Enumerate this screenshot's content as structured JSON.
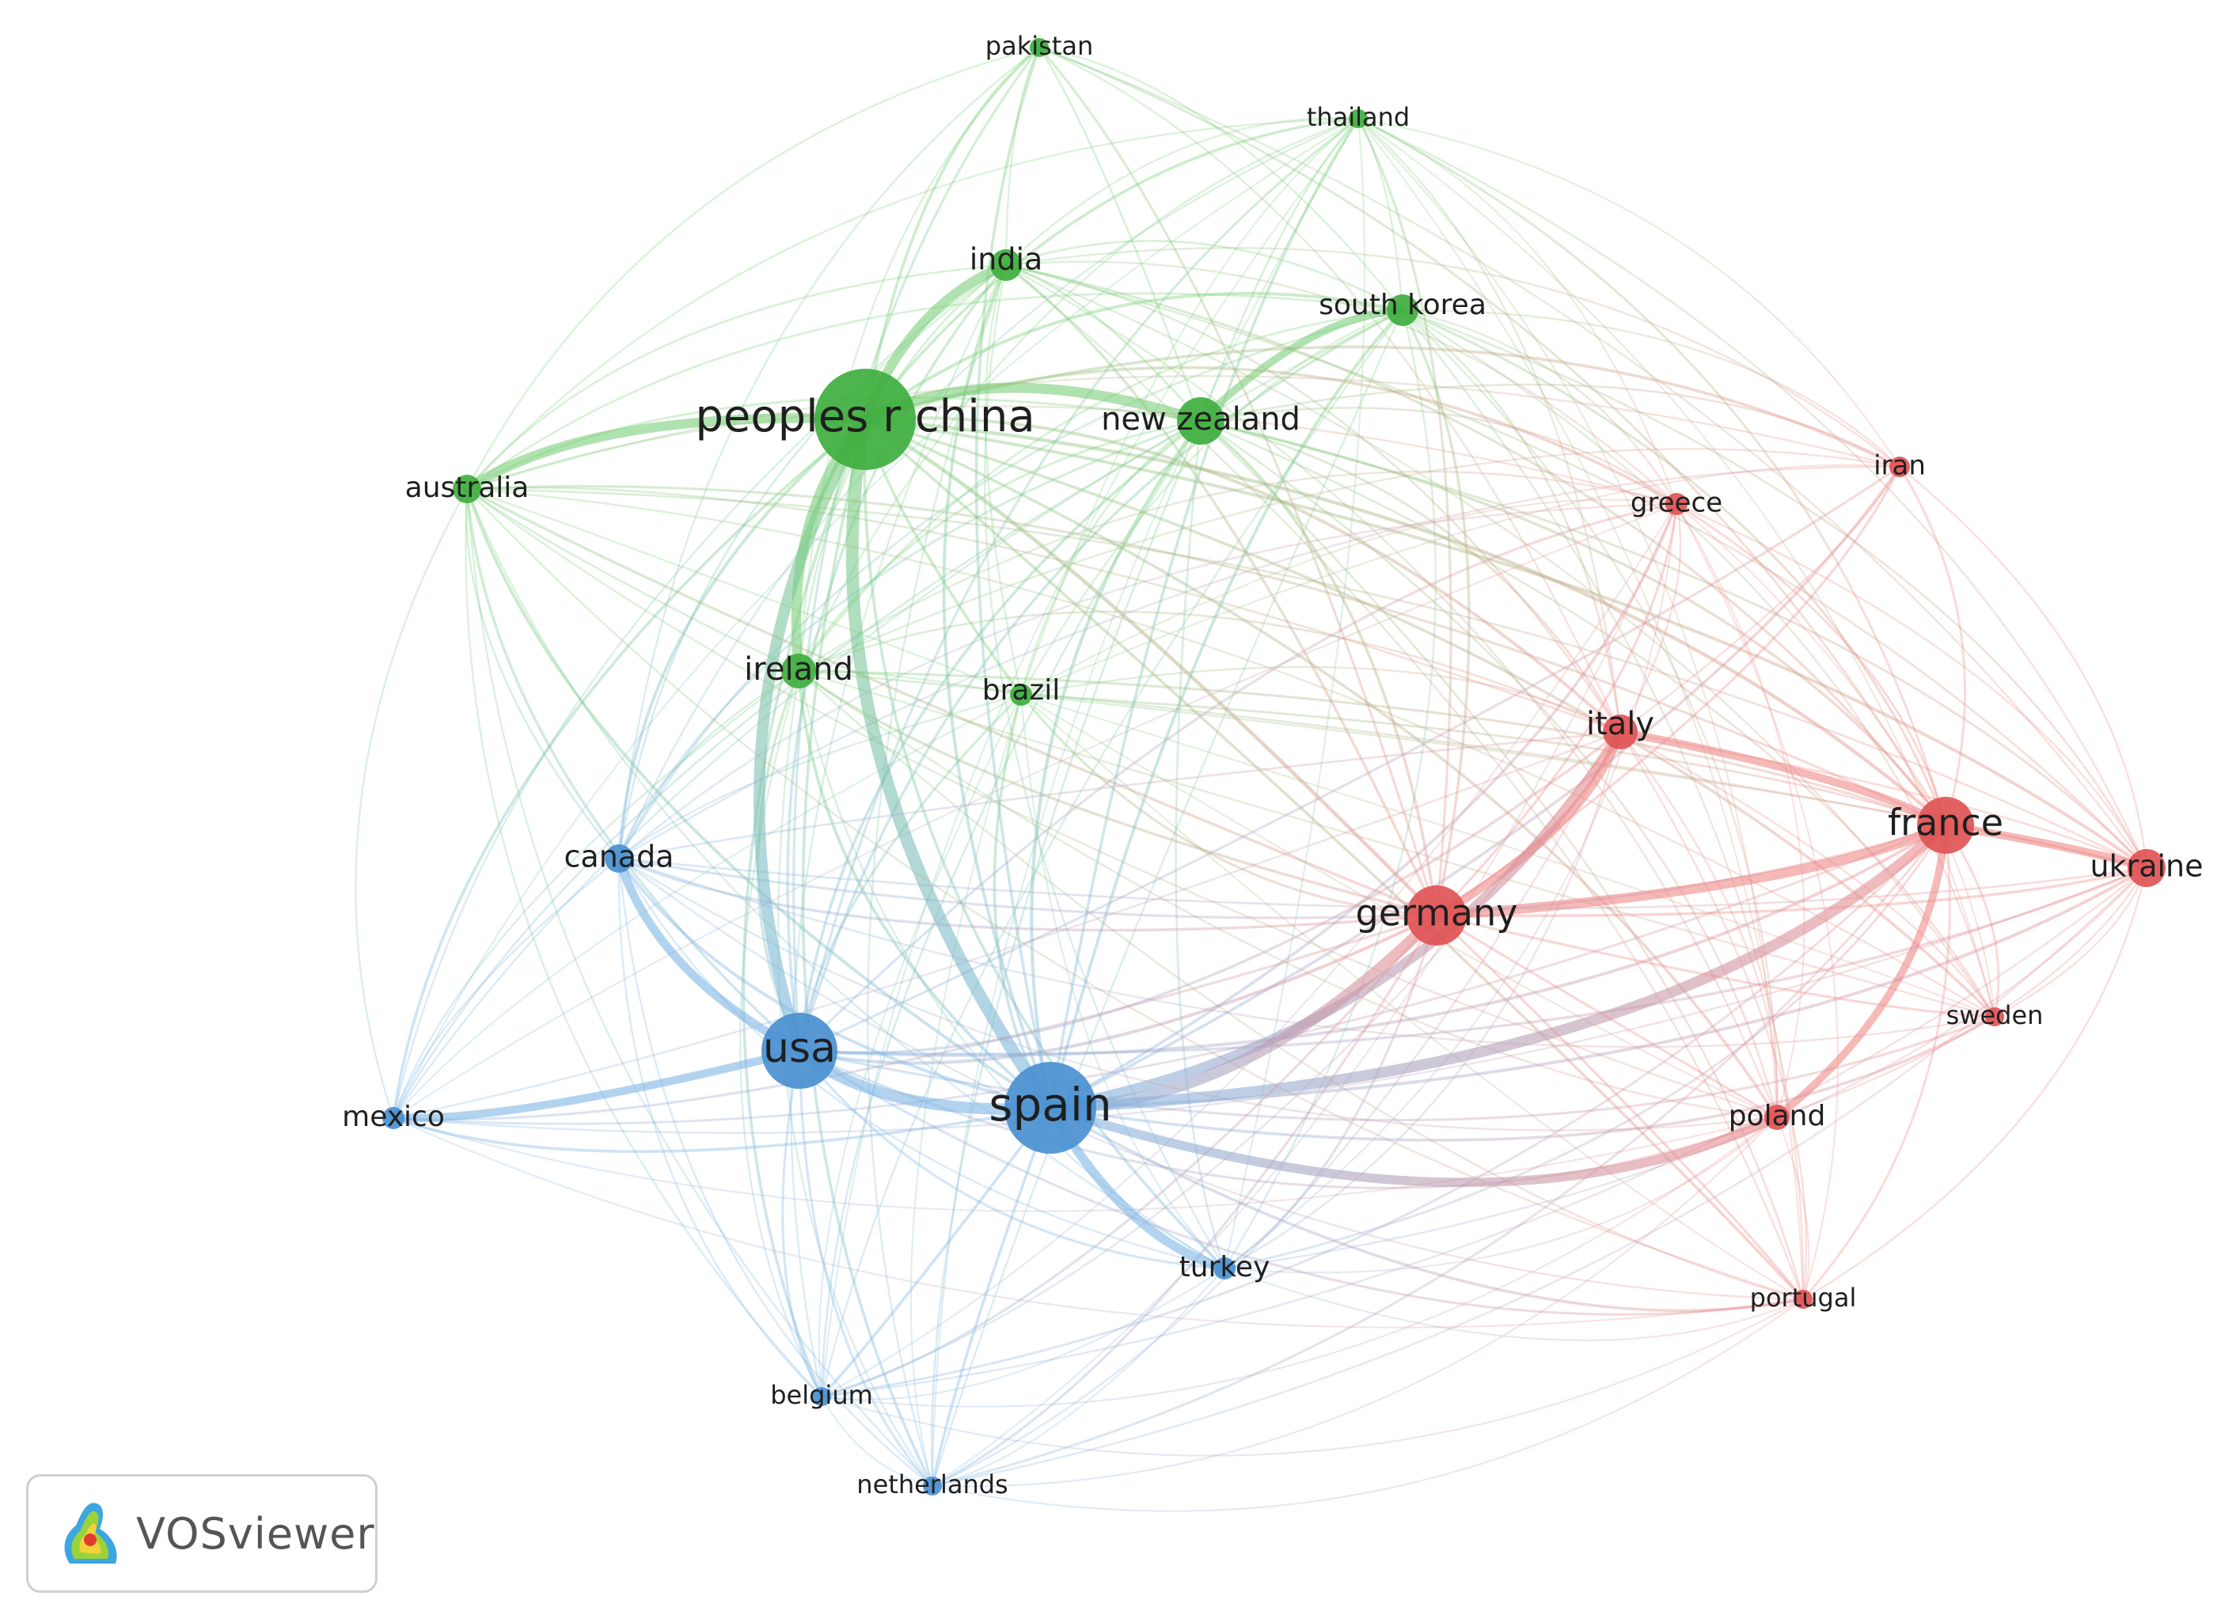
{
  "diagram": {
    "type": "co-authorship network",
    "clusters": {
      "green": {
        "color": "#3fae3f",
        "link_color": "#7ccf7a"
      },
      "blue": {
        "color": "#4a90d0",
        "link_color": "#7fb5e4"
      },
      "red": {
        "color": "#e05455",
        "link_color": "#ee8a89"
      }
    },
    "nodes": [
      {
        "id": "pakistan",
        "label": "pakistan",
        "cluster": "green",
        "weight": 1
      },
      {
        "id": "thailand",
        "label": "thailand",
        "cluster": "green",
        "weight": 1
      },
      {
        "id": "india",
        "label": "india",
        "cluster": "green",
        "weight": 2
      },
      {
        "id": "south_korea",
        "label": "south korea",
        "cluster": "green",
        "weight": 2
      },
      {
        "id": "china",
        "label": "peoples r china",
        "cluster": "green",
        "weight": 7
      },
      {
        "id": "new_zealand",
        "label": "new zealand",
        "cluster": "green",
        "weight": 3
      },
      {
        "id": "australia",
        "label": "australia",
        "cluster": "green",
        "weight": 2
      },
      {
        "id": "ireland",
        "label": "ireland",
        "cluster": "green",
        "weight": 2
      },
      {
        "id": "brazil",
        "label": "brazil",
        "cluster": "green",
        "weight": 1
      },
      {
        "id": "iran",
        "label": "iran",
        "cluster": "red",
        "weight": 1
      },
      {
        "id": "greece",
        "label": "greece",
        "cluster": "red",
        "weight": 1
      },
      {
        "id": "italy",
        "label": "italy",
        "cluster": "red",
        "weight": 2
      },
      {
        "id": "france",
        "label": "france",
        "cluster": "red",
        "weight": 4
      },
      {
        "id": "ukraine",
        "label": "ukraine",
        "cluster": "red",
        "weight": 2
      },
      {
        "id": "germany",
        "label": "germany",
        "cluster": "red",
        "weight": 5
      },
      {
        "id": "sweden",
        "label": "sweden",
        "cluster": "red",
        "weight": 1
      },
      {
        "id": "poland",
        "label": "poland",
        "cluster": "red",
        "weight": 1
      },
      {
        "id": "portugal",
        "label": "portugal",
        "cluster": "red",
        "weight": 1
      },
      {
        "id": "canada",
        "label": "canada",
        "cluster": "blue",
        "weight": 2
      },
      {
        "id": "usa",
        "label": "usa",
        "cluster": "blue",
        "weight": 5
      },
      {
        "id": "spain",
        "label": "spain",
        "cluster": "blue",
        "weight": 7
      },
      {
        "id": "mexico",
        "label": "mexico",
        "cluster": "blue",
        "weight": 1
      },
      {
        "id": "turkey",
        "label": "turkey",
        "cluster": "blue",
        "weight": 1
      },
      {
        "id": "belgium",
        "label": "belgium",
        "cluster": "blue",
        "weight": 1
      },
      {
        "id": "netherlands",
        "label": "netherlands",
        "cluster": "blue",
        "weight": 1
      }
    ],
    "strong_links": [
      [
        "china",
        "usa"
      ],
      [
        "china",
        "spain"
      ],
      [
        "usa",
        "spain"
      ],
      [
        "spain",
        "germany"
      ],
      [
        "spain",
        "france"
      ],
      [
        "germany",
        "france"
      ],
      [
        "germany",
        "italy"
      ],
      [
        "france",
        "ukraine"
      ],
      [
        "china",
        "new_zealand"
      ],
      [
        "china",
        "ireland"
      ],
      [
        "china",
        "australia"
      ],
      [
        "usa",
        "mexico"
      ],
      [
        "spain",
        "turkey"
      ],
      [
        "spain",
        "italy"
      ],
      [
        "usa",
        "canada"
      ],
      [
        "china",
        "india"
      ],
      [
        "new_zealand",
        "south_korea"
      ],
      [
        "italy",
        "france"
      ],
      [
        "france",
        "poland"
      ],
      [
        "spain",
        "poland"
      ]
    ]
  },
  "logo": {
    "text": "VOSviewer",
    "icon": "vosviewer-logo-icon"
  }
}
